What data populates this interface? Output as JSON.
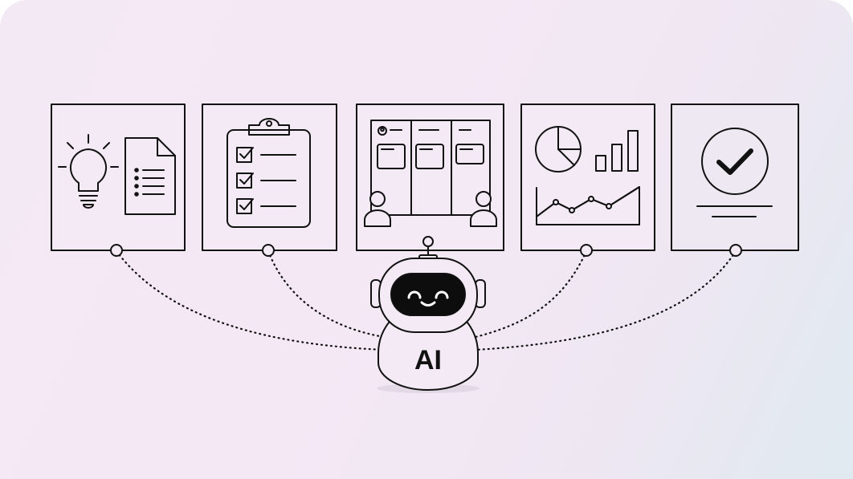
{
  "robot": {
    "chest_label": "AI"
  },
  "steps": [
    {
      "id": "ideation",
      "icon": "lightbulb-document-icon"
    },
    {
      "id": "planning",
      "icon": "clipboard-checklist-icon"
    },
    {
      "id": "collaboration",
      "icon": "kanban-team-board-icon"
    },
    {
      "id": "analytics",
      "icon": "pie-bar-line-chart-icon"
    },
    {
      "id": "completion",
      "icon": "checkmark-approval-icon"
    }
  ],
  "colors": {
    "stroke": "#111111",
    "background_start": "#f3e9f4",
    "background_end": "#dfeaf0",
    "robot_face": "#0d0d0d",
    "robot_eyes": "#ffffff"
  }
}
